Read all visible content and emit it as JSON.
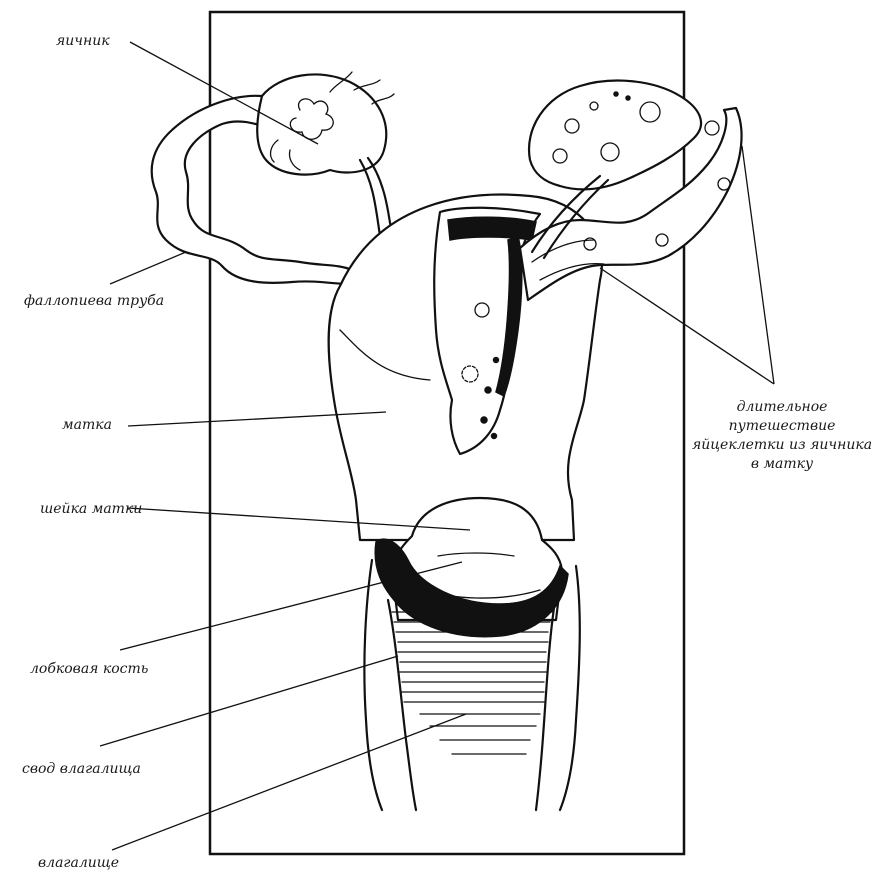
{
  "labels": {
    "ovary": "яичник",
    "fallopian_tube": "фаллопиева труба",
    "uterus": "матка",
    "cervix": "шейка матки",
    "pubic_bone": "лобковая кость",
    "vaginal_fornix": "свод влагалища",
    "vagina": "влагалище",
    "egg_journey": [
      "длительное",
      "путешествие",
      "яйцеклетки из яичника",
      "в матку"
    ]
  },
  "colors": {
    "ink": "#111111",
    "background": "#ffffff"
  }
}
